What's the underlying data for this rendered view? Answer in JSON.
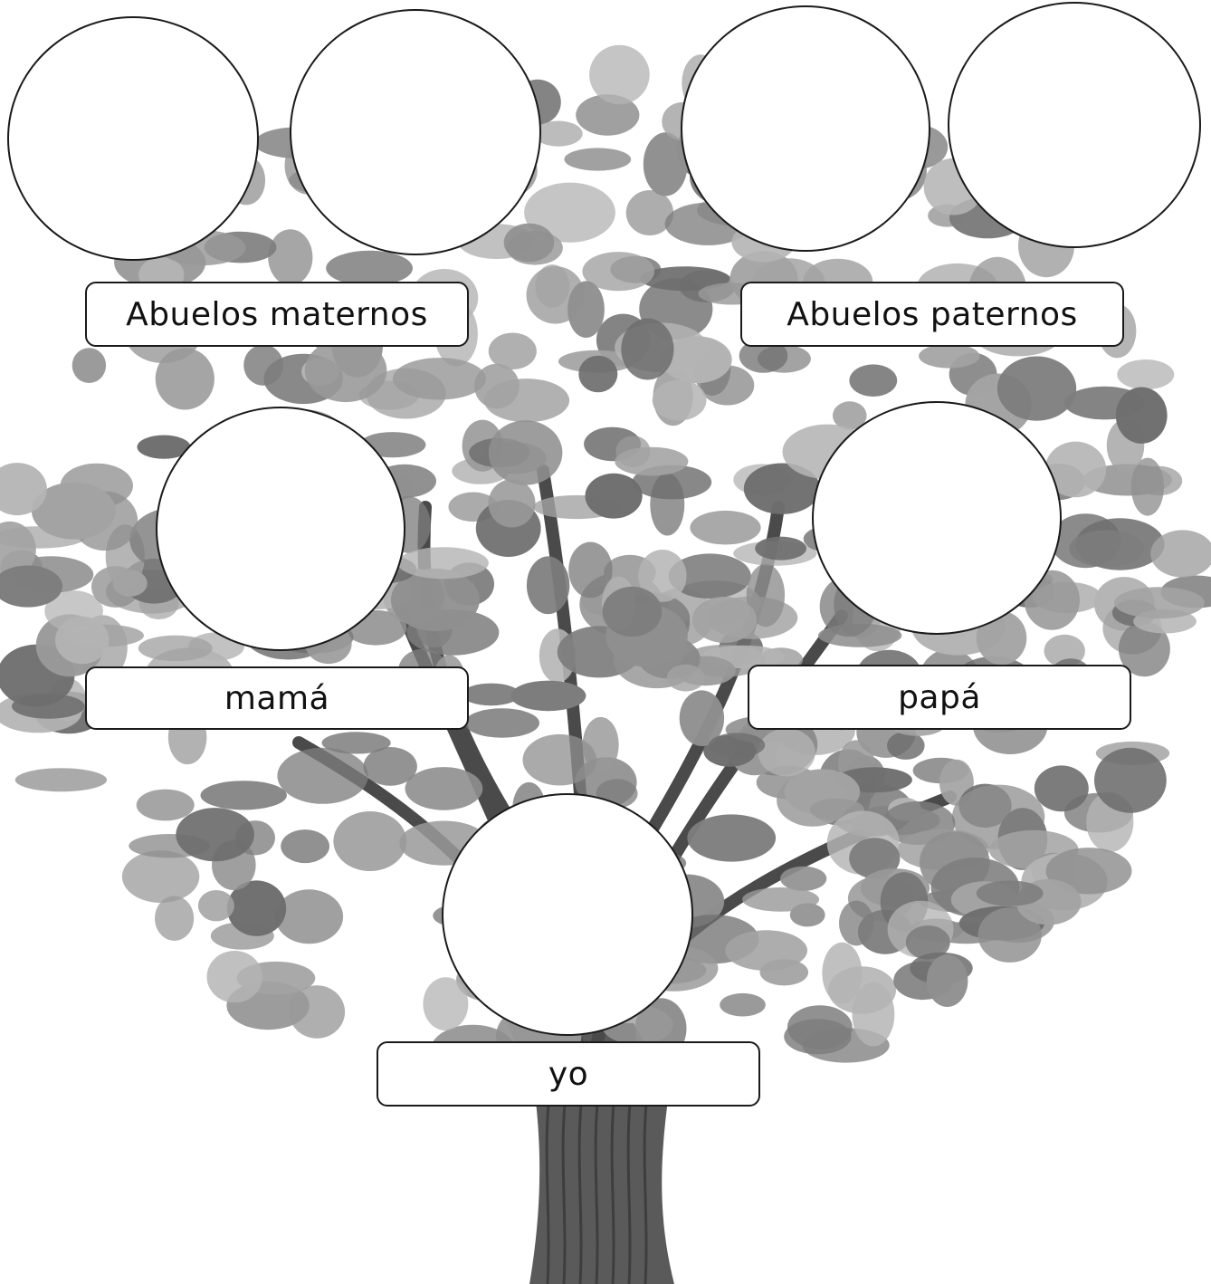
{
  "labels": {
    "maternal_grandparents": "Abuelos maternos",
    "paternal_grandparents": "Abuelos paternos",
    "mother": "mamá",
    "father": "papá",
    "me": "yo"
  },
  "colors": {
    "trunk": "#5a5a5a",
    "foliage_dark": "#6e6e6e",
    "foliage_mid": "#8f8f8f",
    "foliage_light": "#b4b4b4",
    "branch": "#4a4a4a",
    "outline": "#1a1a1a"
  }
}
